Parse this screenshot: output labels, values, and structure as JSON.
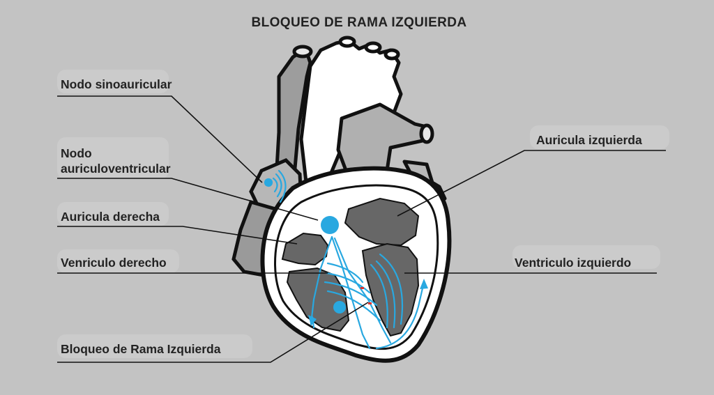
{
  "title": "BLOQUEO DE RAMA IZQUIERDA",
  "labels": {
    "sa_node": "Nodo sinoauricular",
    "av_node_line1": "Nodo",
    "av_node_line2": "auriculoventricular",
    "right_atrium": "Auricula derecha",
    "right_ventricle": "Venriculo derecho",
    "left_bundle_block": "Bloqueo de Rama Izquierda",
    "left_atrium": "Auricula izquierda",
    "left_ventricle": "Ventriculo izquierdo"
  },
  "colors": {
    "background": "#c3c3c3",
    "signal": "#29a8e0",
    "heart_outline": "#111111",
    "heart_fill": "#a9a9a9",
    "chamber_fill": "#676767",
    "block_marker": "#e0312d"
  }
}
